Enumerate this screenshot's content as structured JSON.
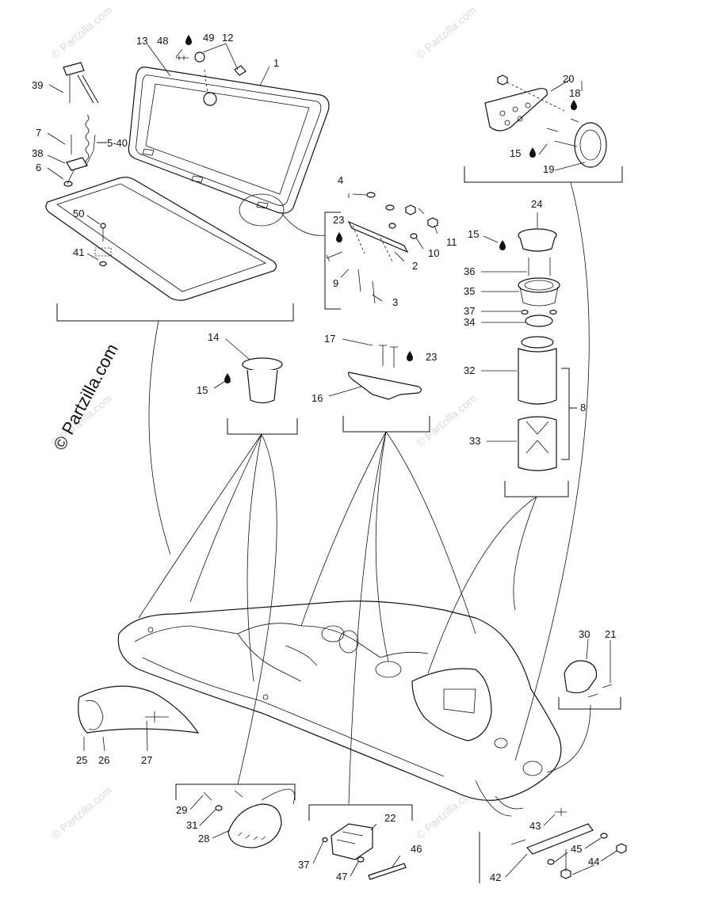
{
  "watermarks": {
    "side": "© Partzilla.com",
    "corner": "© Partzilla.com"
  },
  "labels": {
    "p1": "1",
    "p2": "2",
    "p3": "3",
    "p4": "4",
    "p5_40": "5-40",
    "p6": "6",
    "p7": "7",
    "p8": "8",
    "p9": "9",
    "p10": "10",
    "p11": "11",
    "p12": "12",
    "p13": "13",
    "p14": "14",
    "p15a": "15",
    "p15b": "15",
    "p15c": "15",
    "p16": "16",
    "p17": "17",
    "p18": "18",
    "p19": "19",
    "p20": "20",
    "p21": "21",
    "p22": "22",
    "p23a": "23",
    "p23b": "23",
    "p24": "24",
    "p25": "25",
    "p26": "26",
    "p27": "27",
    "p28": "28",
    "p29": "29",
    "p30": "30",
    "p31": "31",
    "p32": "32",
    "p33": "33",
    "p34": "34",
    "p35": "35",
    "p36": "36",
    "p37a": "37",
    "p37b": "37",
    "p38": "38",
    "p39": "39",
    "p41": "41",
    "p42": "42",
    "p43": "43",
    "p44": "44",
    "p45": "45",
    "p46": "46",
    "p47": "47",
    "p48": "48",
    "p49": "49",
    "p50": "50"
  },
  "icons": {
    "sealant": "oil-drop-icon"
  },
  "colors": {
    "ink": "#111111",
    "watermark": "#d9d9d9",
    "background": "#ffffff"
  }
}
